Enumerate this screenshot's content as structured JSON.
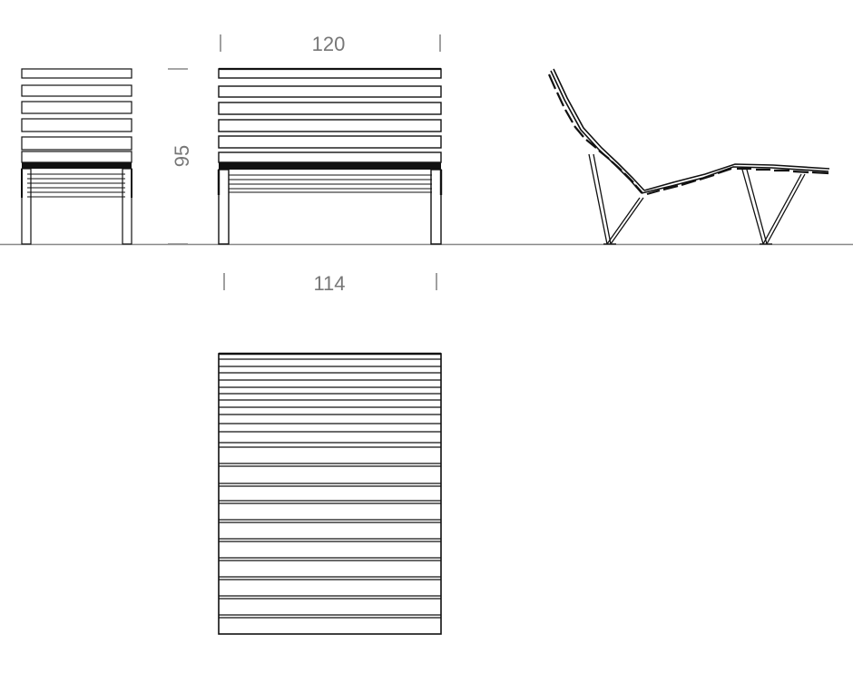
{
  "dimensions": {
    "width_top": "120",
    "width_bottom": "114",
    "height": "95"
  },
  "colors": {
    "ink": "#111111",
    "dimension": "#777777",
    "background": "#ffffff"
  }
}
